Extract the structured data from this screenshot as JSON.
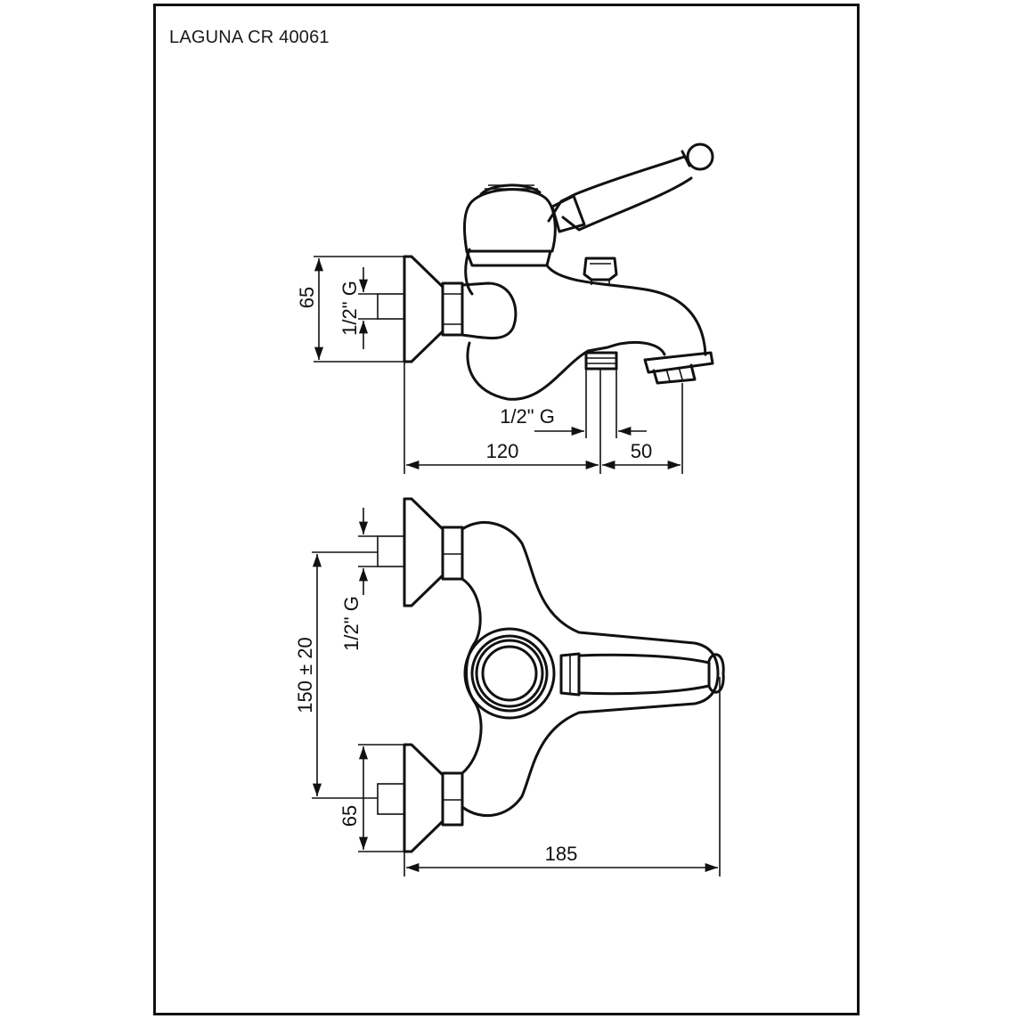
{
  "title": "LAGUNA CR 40061",
  "side_view": {
    "dim_height": "65",
    "dim_thread_inlet": "1/2\" G",
    "dim_thread_outlet": "1/2\" G",
    "dim_length": "120",
    "dim_spout": "50"
  },
  "top_view": {
    "dim_thread": "1/2\" G",
    "dim_centers": "150 ± 20",
    "dim_height": "65",
    "dim_width": "185"
  }
}
